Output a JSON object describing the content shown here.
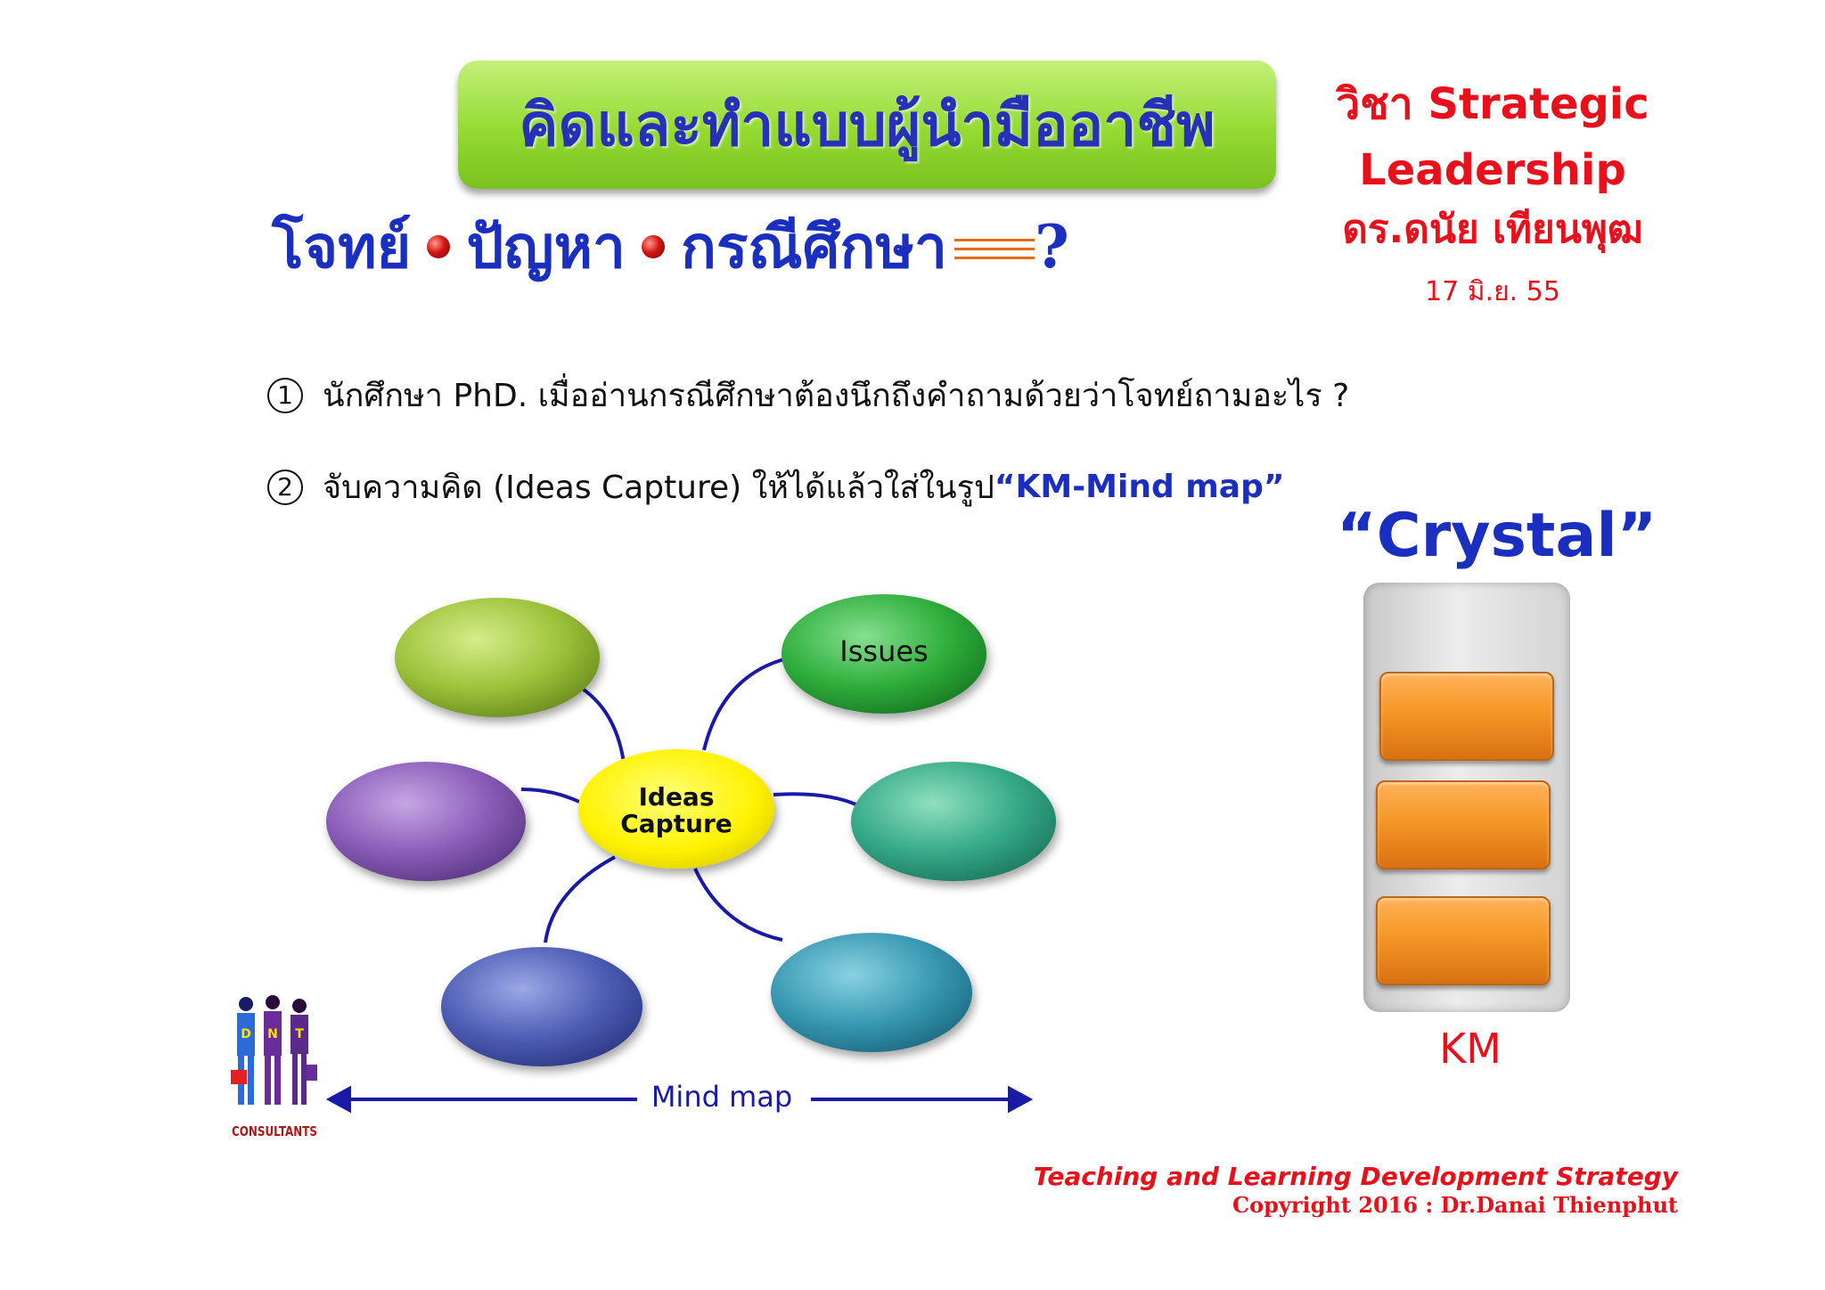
{
  "title": "คิดและทำแบบผู้นำมืออาชีพ",
  "course": {
    "line1": "วิชา Strategic",
    "line2": "Leadership",
    "instructor": "ดร.ดนัย  เทียนพุฒ",
    "date": "17 มิ.ย. 55"
  },
  "subtitle": {
    "part1": "โจทย์",
    "part2": "ปัญหา",
    "part3": "กรณีศึกษา",
    "question": "?"
  },
  "items": [
    {
      "number": "1",
      "text": "นักศึกษา PhD. เมื่ออ่านกรณีศึกษาต้องนึกถึงคำถามด้วยว่าโจทย์ถามอะไร  ?"
    },
    {
      "number": "2",
      "text": "จับความคิด (Ideas Capture) ให้ได้แล้วใส่ในรูป ",
      "highlight": "“KM-Mind map”"
    }
  ],
  "mindmap": {
    "center_line1": "Ideas",
    "center_line2": "Capture",
    "issues_label": "Issues",
    "arrow_label": "Mind map"
  },
  "crystal": {
    "title": "“Crystal”",
    "bottom_label": "KM"
  },
  "footer": {
    "line1": "Teaching and Learning  Development Strategy",
    "line2": "Copyright  2016 : Dr.Danai  Thienphut"
  },
  "logo": {
    "text": "CONSULTANTS",
    "letters": [
      "D",
      "N",
      "T"
    ]
  },
  "colors": {
    "title_text": "#2630b8",
    "accent_red": "#e8101a",
    "mindmap_line": "#1a1aa8",
    "crystal_orange": "#f59725"
  }
}
